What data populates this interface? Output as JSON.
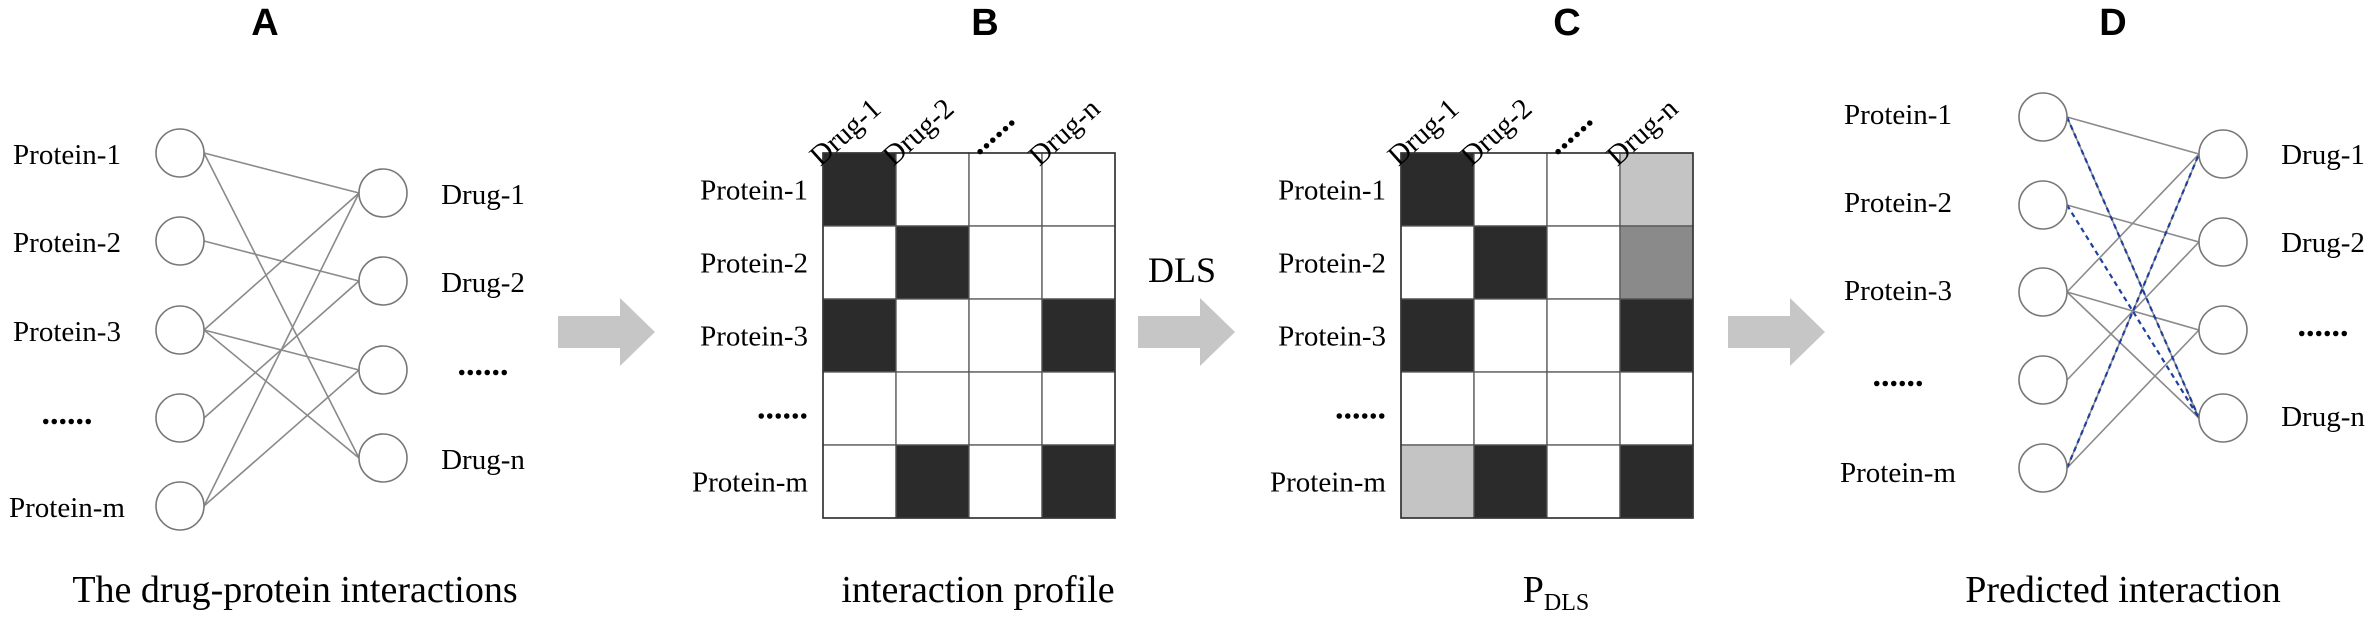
{
  "panelA": {
    "letter": "A",
    "proteins": [
      "Protein-1",
      "Protein-2",
      "Protein-3",
      "......",
      "Protein-m"
    ],
    "drugs": [
      "Drug-1",
      "Drug-2",
      "......",
      "Drug-n"
    ],
    "edges": [
      [
        0,
        0
      ],
      [
        0,
        3
      ],
      [
        1,
        1
      ],
      [
        2,
        0
      ],
      [
        2,
        2
      ],
      [
        2,
        3
      ],
      [
        3,
        1
      ],
      [
        4,
        0
      ],
      [
        4,
        2
      ]
    ],
    "caption": "The drug-protein interactions"
  },
  "panelB": {
    "letter": "B",
    "cols": [
      "Drug-1",
      "Drug-2",
      "......",
      "Drug-n"
    ],
    "rows": [
      "Protein-1",
      "Protein-2",
      "Protein-3",
      "......",
      "Protein-m"
    ],
    "matrix": [
      [
        1,
        0,
        0,
        0
      ],
      [
        0,
        1,
        0,
        0
      ],
      [
        1,
        0,
        0,
        1
      ],
      [
        0,
        0,
        0,
        0
      ],
      [
        0,
        1,
        0,
        1
      ]
    ],
    "caption": "interaction profile"
  },
  "arrow2_label": "DLS",
  "panelC": {
    "letter": "C",
    "cols": [
      "Drug-1",
      "Drug-2",
      "......",
      "Drug-n"
    ],
    "rows": [
      "Protein-1",
      "Protein-2",
      "Protein-3",
      "......",
      "Protein-m"
    ],
    "matrix": [
      [
        1,
        0,
        0,
        0.28
      ],
      [
        0,
        1,
        0,
        0.55
      ],
      [
        1,
        0,
        0,
        1
      ],
      [
        0,
        0,
        0,
        0
      ],
      [
        0.28,
        1,
        0,
        1
      ]
    ],
    "caption_main": "P",
    "caption_sub": "DLS"
  },
  "panelD": {
    "letter": "D",
    "proteins": [
      "Protein-1",
      "Protein-2",
      "Protein-3",
      "......",
      "Protein-m"
    ],
    "drugs": [
      "Drug-1",
      "Drug-2",
      "......",
      "Drug-n"
    ],
    "edges": [
      [
        0,
        0
      ],
      [
        0,
        3
      ],
      [
        1,
        1
      ],
      [
        2,
        0
      ],
      [
        2,
        2
      ],
      [
        2,
        3
      ],
      [
        3,
        1
      ],
      [
        4,
        0
      ],
      [
        4,
        2
      ]
    ],
    "predicted_edges": [
      [
        0,
        3
      ],
      [
        1,
        3
      ],
      [
        4,
        0
      ]
    ],
    "caption": "Predicted interaction"
  },
  "colors": {
    "filled": "#2b2b2b",
    "empty": "#ffffff",
    "predicted": "#1f3f9f",
    "arrow": "#c6c6c6"
  }
}
